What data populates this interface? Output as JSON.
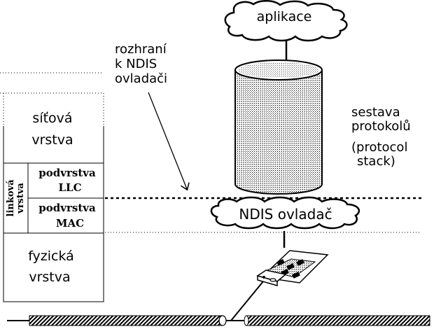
{
  "colors": {
    "ink": "#000000",
    "background": "#ffffff",
    "hatch": "#808080"
  },
  "cloud_top": {
    "label": "aplikace"
  },
  "annotation_ndis": {
    "lines": [
      "rozhraní",
      "k NDIS",
      "ovladači"
    ]
  },
  "stack_label": {
    "lines": [
      "sestava",
      "protokolů"
    ]
  },
  "stack_label_en": {
    "lines": [
      "(protocol",
      "stack)"
    ]
  },
  "ndis_cloud": {
    "label": "NDIS ovladač"
  },
  "osi": {
    "network_layer": {
      "lines": [
        "síťová",
        "vrstva"
      ]
    },
    "data_link_layer": {
      "lines": [
        "linková",
        "vrstva"
      ]
    },
    "llc_sublayer": {
      "lines": [
        "podvrstva",
        "LLC"
      ]
    },
    "mac_sublayer": {
      "lines": [
        "podvrstva",
        "MAC"
      ]
    },
    "physical_layer": {
      "lines": [
        "fyzická",
        "vrstva"
      ]
    }
  },
  "icons": {
    "cylinder": "protocol-stack-cylinder-icon",
    "network_card": "network-adapter-card-icon",
    "cable": "coaxial-cable-icon"
  }
}
